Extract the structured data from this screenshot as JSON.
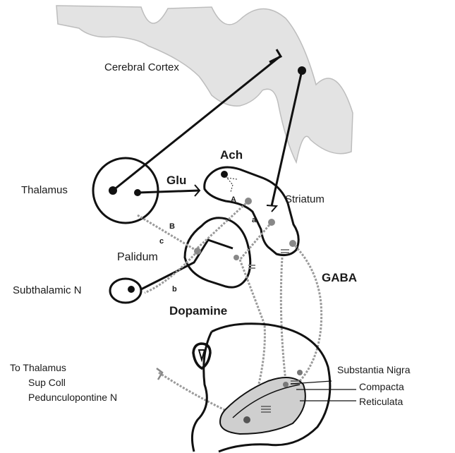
{
  "labels": {
    "cerebral_cortex": "Cerebral Cortex",
    "thalamus": "Thalamus",
    "glu": "Glu",
    "ach": "Ach",
    "striatum": "Striatum",
    "palidum": "Palidum",
    "subthalamic": "Subthalamic N",
    "dopamine": "Dopamine",
    "gaba": "GABA",
    "to_thalamus": "To Thalamus",
    "sup_coll": "Sup Coll",
    "pedunculopontine": "Pedunculopontine N",
    "substantia_nigra": "Substantia Nigra",
    "compacta": "Compacta",
    "reticulata": "Reticulata",
    "A": "A",
    "a": "a",
    "B": "B",
    "b": "b",
    "c": "c"
  },
  "colors": {
    "cortex_fill": "#e3e3e3",
    "outline": "#111111",
    "gaba_path": "#9a9a9a",
    "nigra_fill": "#cfcfcf"
  }
}
